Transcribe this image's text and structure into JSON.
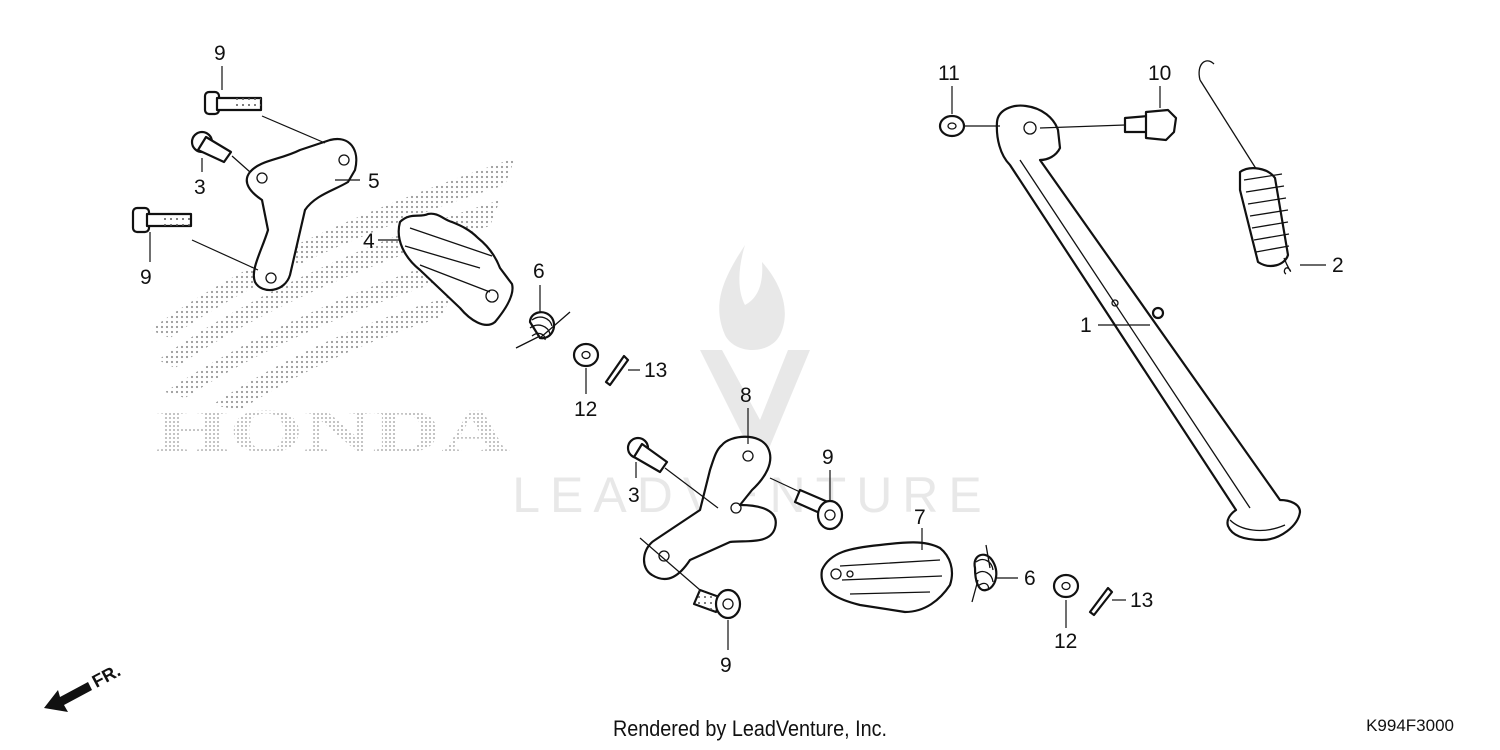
{
  "brand_watermark": "HONDA",
  "source_watermark": "LEADVENTURE",
  "diagram_code": "K994F3000",
  "footer_credit": "Rendered by LeadVenture, Inc.",
  "direction_label": "FR.",
  "callouts": [
    {
      "id": "c9a",
      "text": "9"
    },
    {
      "id": "c3a",
      "text": "3"
    },
    {
      "id": "c5",
      "text": "5"
    },
    {
      "id": "c9b",
      "text": "9"
    },
    {
      "id": "c4",
      "text": "4"
    },
    {
      "id": "c6a",
      "text": "6"
    },
    {
      "id": "c12a",
      "text": "12"
    },
    {
      "id": "c13a",
      "text": "13"
    },
    {
      "id": "c8",
      "text": "8"
    },
    {
      "id": "c3b",
      "text": "3"
    },
    {
      "id": "c9c",
      "text": "9"
    },
    {
      "id": "c9d",
      "text": "9"
    },
    {
      "id": "c7",
      "text": "7"
    },
    {
      "id": "c6b",
      "text": "6"
    },
    {
      "id": "c12b",
      "text": "12"
    },
    {
      "id": "c13b",
      "text": "13"
    },
    {
      "id": "c11",
      "text": "11"
    },
    {
      "id": "c10",
      "text": "10"
    },
    {
      "id": "c2",
      "text": "2"
    },
    {
      "id": "c1",
      "text": "1"
    }
  ]
}
